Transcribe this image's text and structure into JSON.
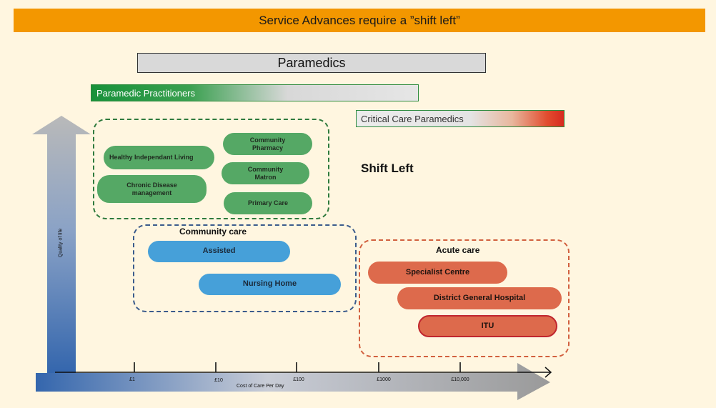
{
  "banner": {
    "title": "Service Advances require a ”shift left”"
  },
  "roles": {
    "paramedics": "Paramedics",
    "paramedic_practitioners": "Paramedic Practitioners",
    "critical_care_paramedics": "Critical Care Paramedics"
  },
  "primary_group": {
    "items": [
      "Healthy Independant Living",
      "Chronic Disease management",
      "Community Pharmacy",
      "Community Matron",
      "Primary Care"
    ]
  },
  "shift_left_label": "Shift Left",
  "community_care": {
    "title": "Community care",
    "items": [
      "Assisted",
      "Nursing Home"
    ]
  },
  "acute_care": {
    "title": "Acute care",
    "items": [
      "Specialist Centre",
      "District General Hospital",
      "ITU"
    ]
  },
  "axes": {
    "y_label": "Quality of life",
    "x_label": "Cost of Care Per Day",
    "ticks": [
      "£1",
      "£10",
      "£100",
      "£1000",
      "£10,000"
    ]
  },
  "colors": {
    "banner": "#f39700",
    "background": "#fff6e0",
    "primary_care_green": "#55a865",
    "community_blue": "#46a0d9",
    "acute_red": "#dd6a4c"
  }
}
